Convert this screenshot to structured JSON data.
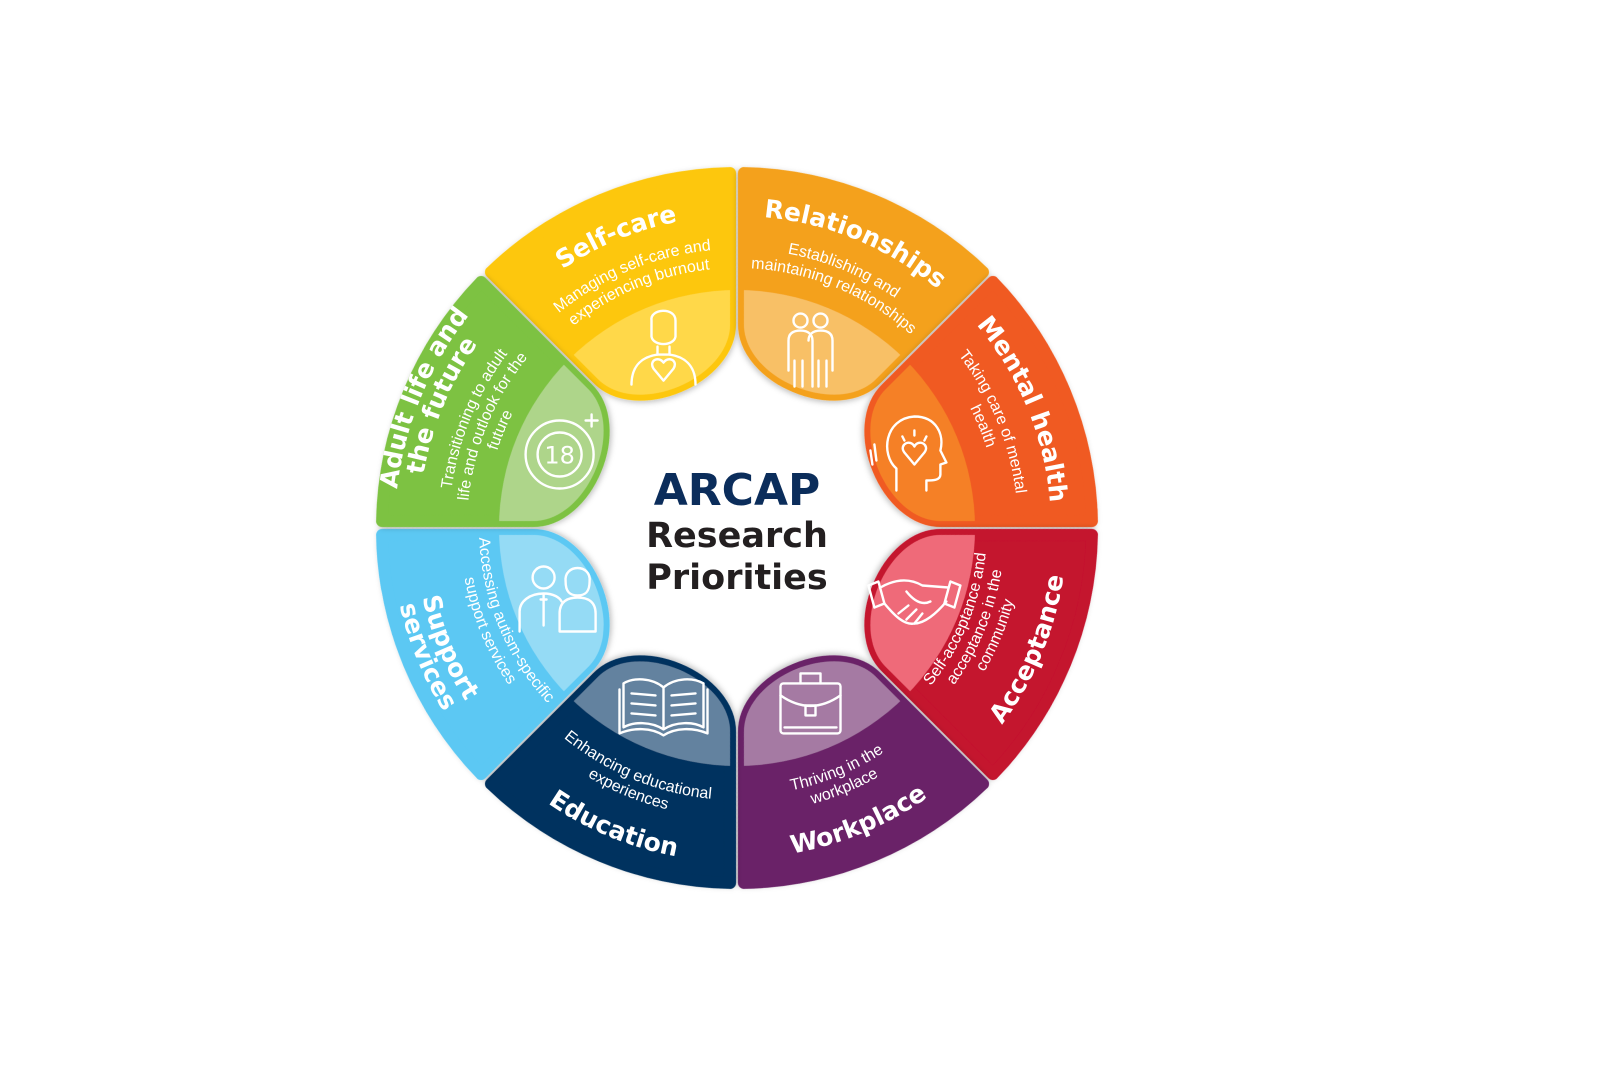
{
  "center": {
    "acronym": "ARCAP",
    "line1": "Research",
    "line2": "Priorities",
    "acronym_color": "#0b2d5b",
    "text_color": "#231f20"
  },
  "segments": [
    {
      "id": "self-care",
      "title": [
        "Self-care"
      ],
      "subtitle": [
        "Managing self-care and",
        "experiencing burnout"
      ],
      "color": "#fdc70c",
      "light": "#ffd84a",
      "icon": "person-heart-icon"
    },
    {
      "id": "relationships",
      "title": [
        "Relationships"
      ],
      "subtitle": [
        "Establishing and",
        "maintaining relationships"
      ],
      "color": "#f4a11f",
      "light": "#f8c066",
      "icon": "two-people-icon"
    },
    {
      "id": "mental-health",
      "title": [
        "Mental health"
      ],
      "subtitle": [
        "Taking care of mental",
        "health"
      ],
      "color": "#f05a22",
      "light": "#f58025",
      "icon": "head-heart-icon"
    },
    {
      "id": "acceptance",
      "title": [
        "Acceptance"
      ],
      "subtitle": [
        "Self-acceptance and",
        "acceptance in the",
        "community"
      ],
      "color": "#c4122f",
      "light": "#ef6b79",
      "icon": "handshake-icon"
    },
    {
      "id": "workplace",
      "title": [
        "Workplace"
      ],
      "subtitle": [
        "Thriving in the",
        "workplace"
      ],
      "color": "#6a2468",
      "light": "#a57aa3",
      "icon": "briefcase-icon"
    },
    {
      "id": "education",
      "title": [
        "Education"
      ],
      "subtitle": [
        "Enhancing educational",
        "experiences"
      ],
      "color": "#04325e",
      "light": "#64829f",
      "icon": "open-book-icon"
    },
    {
      "id": "support-services",
      "title": [
        "Support",
        "services"
      ],
      "subtitle": [
        "Accessing autism-specific",
        "support services"
      ],
      "color": "#5bc8f3",
      "light": "#95dbf5",
      "icon": "man-woman-icon"
    },
    {
      "id": "adult-life",
      "title": [
        "Adult life and",
        "the future"
      ],
      "subtitle": [
        "Transitioning to adult",
        "life and outlook for the",
        "future"
      ],
      "color": "#7dc242",
      "light": "#aed58a",
      "icon": "eighteen-plus-icon",
      "icon_text": "18"
    }
  ]
}
